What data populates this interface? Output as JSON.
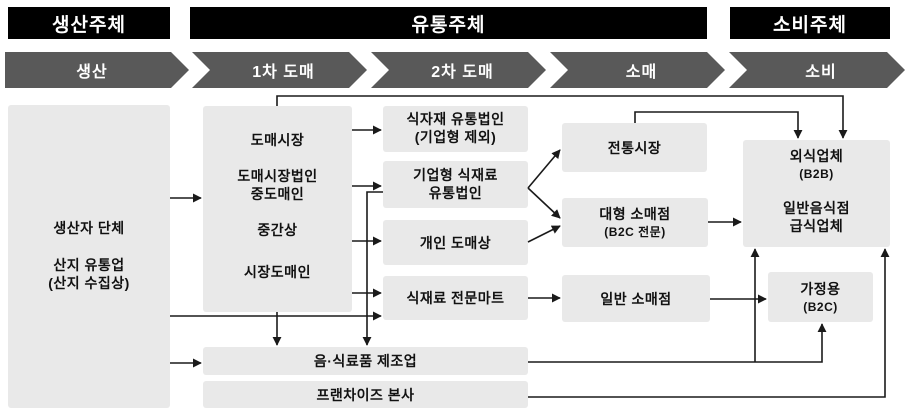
{
  "header": {
    "producer": "생산주체",
    "distribution": "유통주체",
    "consumer": "소비주체"
  },
  "stages": [
    {
      "label": "생산"
    },
    {
      "label": "1차 도매"
    },
    {
      "label": "2차 도매"
    },
    {
      "label": "소매"
    },
    {
      "label": "소비"
    }
  ],
  "nodes": {
    "producer_group": {
      "line1": "생산자 단체",
      "line2": "산지 유통업",
      "line3": "(산지 수집상)"
    },
    "primary_wholesale": {
      "item1": "도매시장",
      "item2_line1": "도매시장법인",
      "item2_line2": "중도매인",
      "item3": "중간상",
      "item4": "시장도매인"
    },
    "food_material_corp": {
      "line1": "식자재 유통법인",
      "line2": "(기업형 제외)"
    },
    "corporate_food_corp": {
      "line1": "기업형 식재료",
      "line2": "유통법인"
    },
    "private_wholesaler": {
      "label": "개인 도매상"
    },
    "food_mart": {
      "label": "식재료 전문마트"
    },
    "traditional_market": {
      "label": "전통시장"
    },
    "large_retailer": {
      "line1": "대형 소매점",
      "line2": "(B2C 전문)"
    },
    "general_retailer": {
      "label": "일반 소매점"
    },
    "restaurant": {
      "line1": "외식업체",
      "line2": "(B2B)",
      "line3": "일반음식점",
      "line4": "급식업체"
    },
    "household": {
      "line1": "가정용",
      "line2": "(B2C)"
    },
    "food_manufacturing": {
      "label": "음·식료품 제조업"
    },
    "franchise_hq": {
      "label": "프랜차이즈 본사"
    }
  },
  "colors": {
    "header_bg": "#000000",
    "stage_bg": "#595959",
    "node_bg": "#e9e9e9",
    "line": "#1a1a1a"
  }
}
